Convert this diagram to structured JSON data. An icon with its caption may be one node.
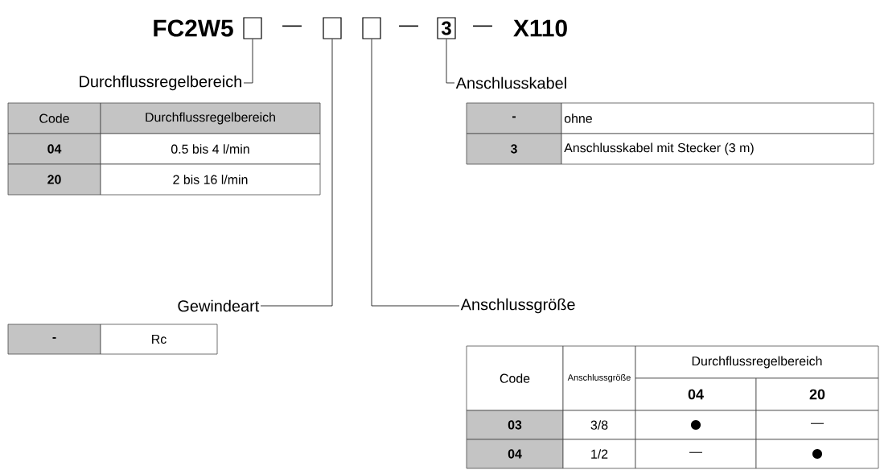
{
  "diagram": {
    "nodes": [
      {
        "text": [],
        "shape": "box"
      },
      {
        "text": [],
        "shape": "box"
      },
      {
        "text": [],
        "shape": "box"
      },
      {
        "text": [
          "3"
        ]
      },
      {
        "text": [
          "Durchflussregelbereich"
        ]
      },
      {
        "text": [
          "Anschlusskabel"
        ]
      },
      {
        "text": [
          "Gewindeart"
        ]
      },
      {
        "text": [
          "Anschlussgröße"
        ]
      }
    ],
    "edges": [
      {
        "from": 0,
        "to": 4,
        "arrow": "none"
      },
      {
        "from": 3,
        "to": 5,
        "arrow": "none"
      },
      {
        "from": 1,
        "to": 6,
        "arrow": "none"
      },
      {
        "from": 2,
        "to": 7,
        "arrow": "none"
      }
    ],
    "labels": [
      "FC2W5",
      "—",
      "—",
      "—",
      "X110",
      "Code",
      "Durchflussregelbereich",
      "04",
      "0.5 bis 4 l/min",
      "20",
      "2 bis 16 l/min",
      "-",
      "ohne",
      "3",
      "Anschlusskabel mit Stecker (3 m)",
      "-",
      "Rc",
      "Code",
      "Anschlussgröße",
      "Durchflussregelbereich",
      "04",
      "20",
      "03",
      "3/8",
      "●",
      "—",
      "04",
      "1/2",
      "—",
      "●"
    ]
  }
}
